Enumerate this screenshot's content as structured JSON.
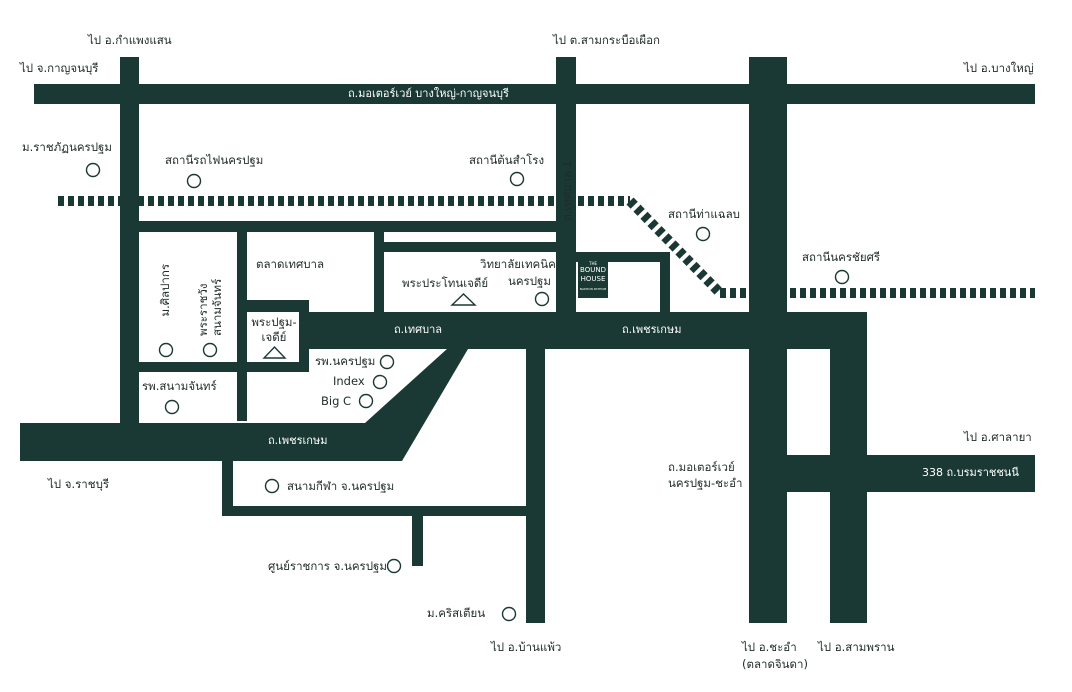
{
  "colors": {
    "road": "#1b3934",
    "background": "#ffffff",
    "text": "#1f2b2a"
  },
  "directions": {
    "kamphaeng_saen": "ไป อ.กำแพงแสน",
    "kanchanaburi": "ไป จ.กาญจนบุรี",
    "sam_krabue_phueak": "ไป ต.สามกระบือเผือก",
    "bang_yai": "ไป อ.บางใหญ่",
    "ratchaburi": "ไป จ.ราชบุรี",
    "sala_ya": "ไป อ.ศาลายา",
    "ban_phaeo": "ไป อ.บ้านแพ้ว",
    "cha_am": "ไป อ.ชะอำ",
    "cha_am_sub": "(ตลาดจินดา)",
    "sam_phran": "ไป อ.สามพราน"
  },
  "roads": {
    "motorway_top": "ถ.มอเตอร์เวย์ บางใหญ่-กาญจนบุรี",
    "thesaban_1": "ถ.เทศบาล 1",
    "thesaban": "ถ.เทศบาล",
    "phetkasem_mid": "ถ.เพชรเกษม",
    "phetkasem_left": "ถ.เพชรเกษม",
    "motorway_south_1": "ถ.มอเตอร์เวย์",
    "motorway_south_2": "นครปฐม-ชะอำ",
    "borommaratchachonnani": "338 ถ.บรมราชชนนี"
  },
  "places": {
    "rajabhat": "ม.ราชภัฏนครปฐม",
    "station_nakhon_pathom": "สถานีรถไฟนครปฐม",
    "station_ton_samrong": "สถานีต้นสำโรง",
    "station_tha_chalom": "สถานีท่าแฉลบ",
    "station_nakhon_chai_si": "สถานีนครชัยศรี",
    "silpakorn": "ม.ศิลปากร",
    "sanam_chan": "พระราชวังสนามจันทร์",
    "thesaban_market": "ตลาดเทศบาล",
    "phra_pathom_chedi_1": "พระปฐม-",
    "phra_pathom_chedi_2": "เจดีย์",
    "phra_prathon_chedi": "พระประโทนเจดีย์",
    "tech_college_1": "วิทยาลัยเทคนิค",
    "tech_college_2": "นครปฐม",
    "hospital_nakhon_pathom": "รพ.นครปฐม",
    "index": "Index",
    "big_c": "Big C",
    "hospital_sanam_chan": "รพ.สนามจันทร์",
    "stadium": "สนามกีฬา จ.นครปฐม",
    "government_center": "ศูนย์ราชการ จ.นครปฐม",
    "christian_univ": "ม.คริสเตียน"
  },
  "logo": {
    "line1": "THE",
    "line2": "BOUND",
    "line3": "HOUSE",
    "line4": "NAKHON PATHOM"
  },
  "icons": [
    "circle-marker-icon",
    "triangle-temple-icon",
    "railway-track"
  ]
}
